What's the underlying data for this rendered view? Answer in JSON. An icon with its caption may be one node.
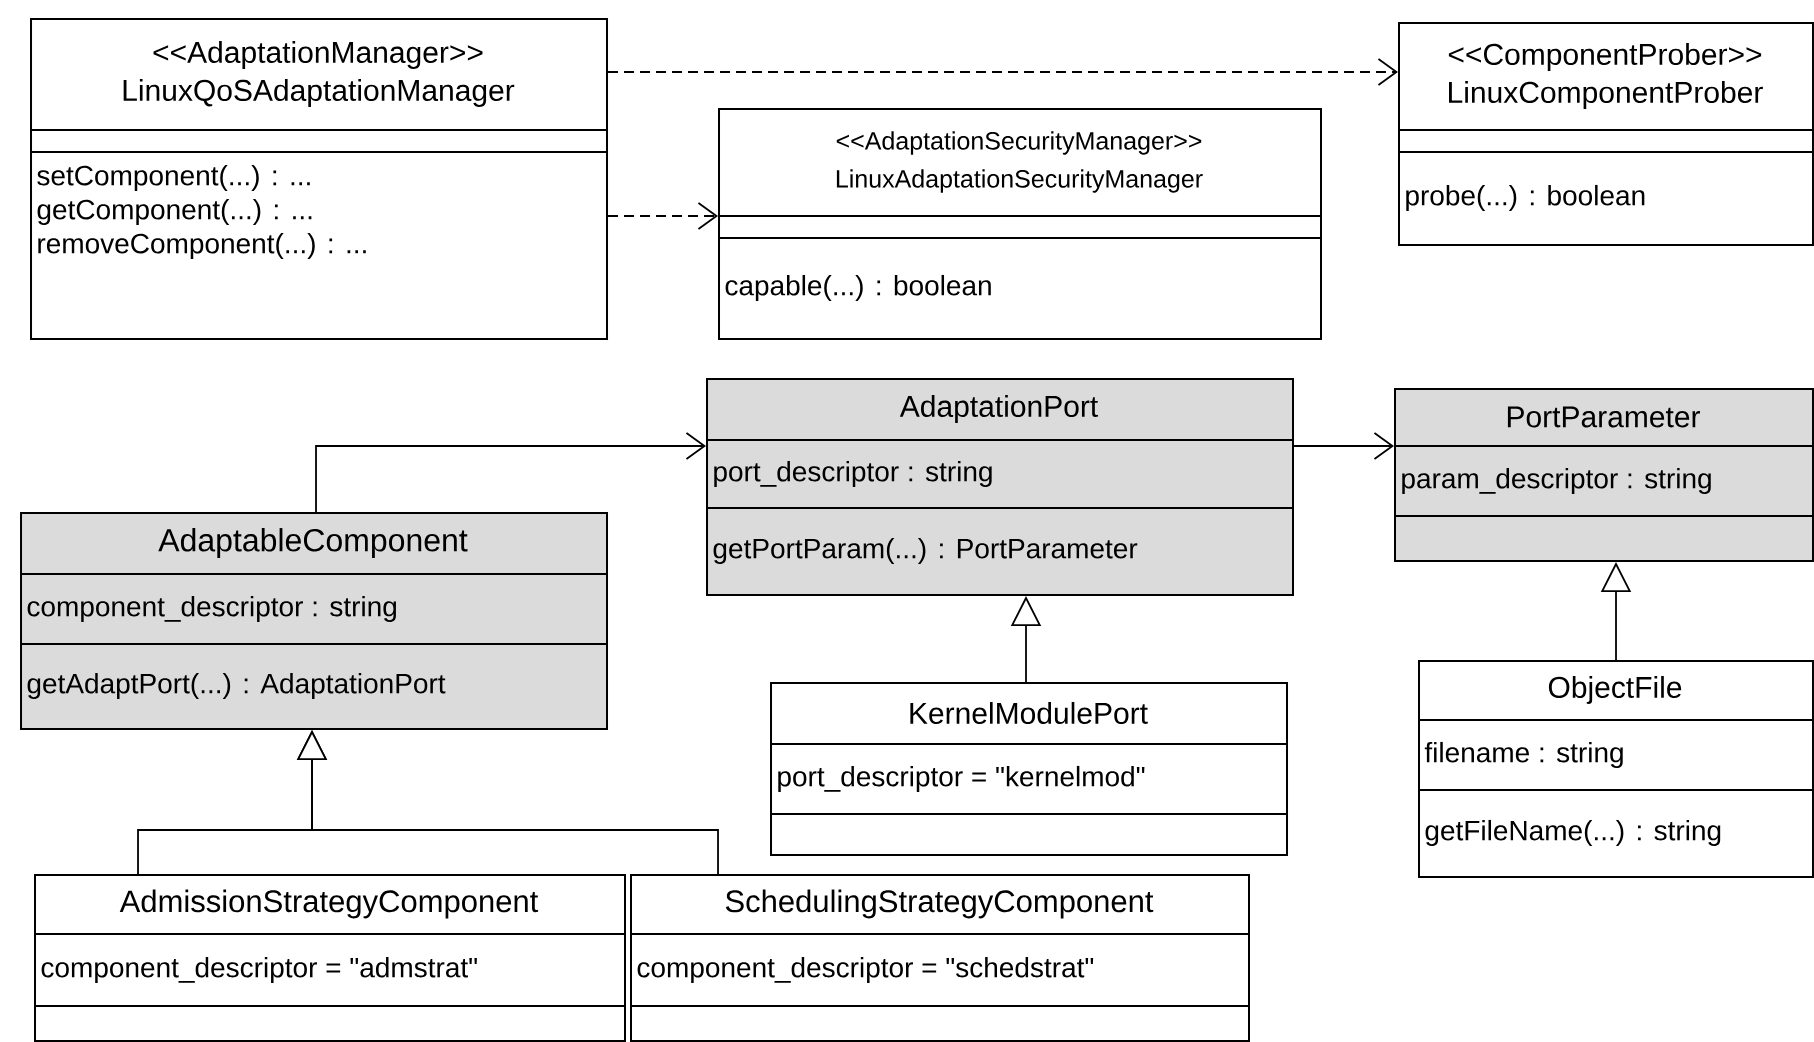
{
  "diagram": {
    "nodes": [
      {
        "text": [
          "<<AdaptationManager>>",
          "LinuxQoSAdaptationManager",
          "setComponent(...) : ...",
          "getComponent(...) : ...",
          "removeComponent(...) : ..."
        ]
      },
      {
        "text": [
          "<<AdaptationSecurityManager>>",
          "LinuxAdaptationSecurityManager",
          "capable(...) : boolean"
        ]
      },
      {
        "text": [
          "<<ComponentProber>>",
          "LinuxComponentProber",
          "probe(...) : boolean"
        ]
      },
      {
        "text": [
          "AdaptationPort",
          "port_descriptor : string",
          "getPortParam(...) : PortParameter"
        ]
      },
      {
        "text": [
          "PortParameter",
          "param_descriptor : string"
        ]
      },
      {
        "text": [
          "AdaptableComponent",
          "component_descriptor : string",
          "getAdaptPort(...) : AdaptationPort"
        ]
      },
      {
        "text": [
          "KernelModulePort",
          "port_descriptor = \"kernelmod\""
        ]
      },
      {
        "text": [
          "ObjectFile",
          "filename : string",
          "getFileName(...) : string"
        ]
      },
      {
        "text": [
          "AdmissionStrategyComponent",
          "component_descriptor = \"admstrat\""
        ]
      },
      {
        "text": [
          "SchedulingStrategyComponent",
          "component_descriptor = \"schedstrat\""
        ]
      }
    ],
    "edges": [
      {
        "from": 0,
        "to": 2,
        "arrow": "to",
        "style": "dashed"
      },
      {
        "from": 0,
        "to": 1,
        "arrow": "to",
        "style": "dashed"
      },
      {
        "from": 5,
        "to": 3,
        "arrow": "to"
      },
      {
        "from": 3,
        "to": 4,
        "arrow": "to"
      },
      {
        "from": 6,
        "to": 3,
        "arrow": "to"
      },
      {
        "from": 7,
        "to": 4,
        "arrow": "to"
      },
      {
        "from": 8,
        "to": 5,
        "arrow": "to"
      },
      {
        "from": 9,
        "to": 5,
        "arrow": "to"
      }
    ]
  }
}
